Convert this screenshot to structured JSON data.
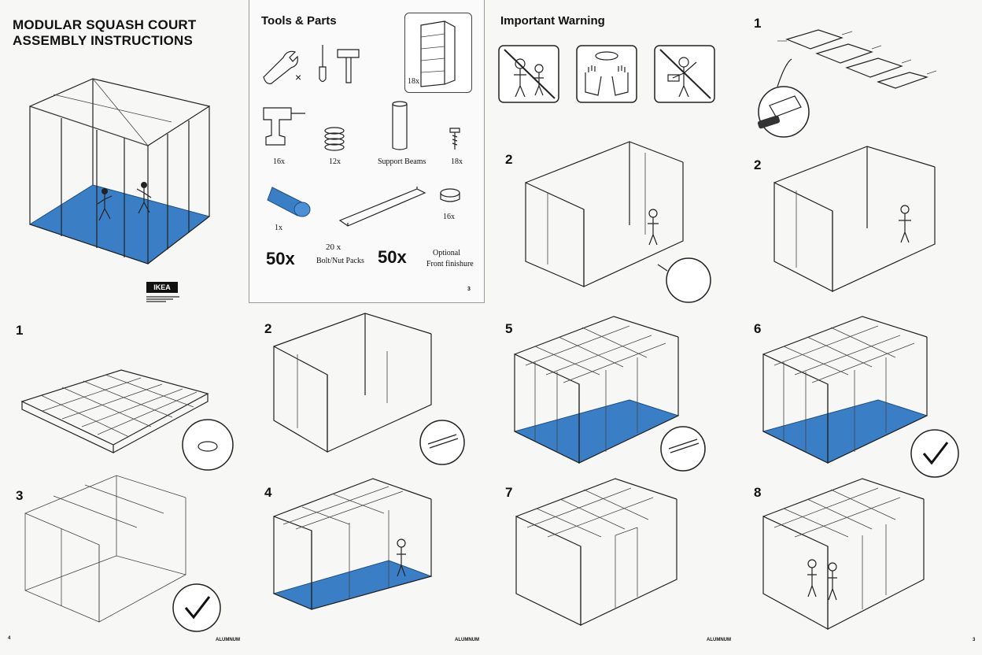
{
  "title_line1": "MODULAR SQUASH COURT",
  "title_line2": "ASSEMBLY INSTRUCTIONS",
  "brand_logo_text": "IKEA",
  "tools": {
    "heading": "Tools & Parts",
    "times_mark": "×",
    "shelf_count": "18x",
    "drill_count": "16x",
    "washer_count": "12x",
    "support_label": "Support Beams",
    "screw_count": "18x",
    "roll_count": "1x",
    "cap_count": "16x",
    "pack_prefix": "20 x",
    "pack_big": "50x",
    "pack_label": "Bolt/Nut Packs",
    "optional_big": "50x",
    "optional_label1": "Optional",
    "optional_label2": "Front finishure",
    "page_mark": "3"
  },
  "warning": {
    "heading": "Important Warning"
  },
  "steps": {
    "s1_top": "1",
    "s2_top_a": "2",
    "s2_top_b": "2",
    "s1_mid": "1",
    "s2_mid": "2",
    "s5": "5",
    "s6": "6",
    "s3": "3",
    "s4": "4",
    "s7": "7",
    "s8": "8"
  },
  "footer": {
    "page_left": "4",
    "mark1": "ALUMNUM",
    "mark2": "ALUMNUM",
    "mark3": "ALUMNUM",
    "page_right": "3"
  },
  "colors": {
    "accent_blue": "#3a7fc6",
    "line": "#222222"
  }
}
